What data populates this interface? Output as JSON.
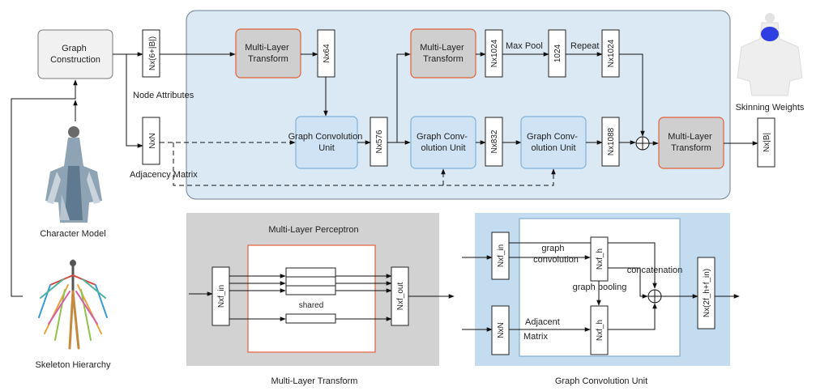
{
  "pipeline": {
    "graph_construction": [
      "Graph",
      "Construction"
    ],
    "node_attr_dim": "Nx(6+|B|)",
    "node_attributes": "Node Attributes",
    "adjacency_dim": "NxN",
    "adjacency_matrix": "Adjacency Matrix",
    "mlt1": [
      "Multi-Layer",
      "Transform"
    ],
    "dim64": "Nx64",
    "gcu1": [
      "Graph Convolution Unit"
    ],
    "dim576": "Nx576",
    "mlt2": [
      "Multi-Layer",
      "Transform"
    ],
    "dim1024a": "Nx1024",
    "max_pool": "Max Pool",
    "dim1024b": "1024",
    "repeat": "Repeat",
    "dim1024c": "Nx1024",
    "gcu2": [
      "Graph Conv-",
      "olution Unit"
    ],
    "dim832": "Nx832",
    "gcu3": [
      "Graph Conv-",
      "olution Unit"
    ],
    "dim1088": "Nx1088",
    "mlt3": [
      "Multi-Layer",
      "Transform"
    ],
    "dimB": "Nx|B|",
    "skinning_weights": "Skinning Weights"
  },
  "left": {
    "character_model": "Character Model",
    "skeleton_hierarchy": "Skeleton Hierarchy"
  },
  "mlp_panel": {
    "title": "Multi-Layer Perceptron",
    "input_dim": "Nxf_in",
    "shared": "shared",
    "output_dim": "Nxf_out",
    "caption": "Multi-Layer Transform"
  },
  "gcu_panel": {
    "input_dim": "Nxf_in",
    "graph_convolution": [
      "graph",
      "convolution"
    ],
    "hidden_dim_top": "Nxf_h",
    "graph_pooling": "graph pooling",
    "concatenation": "concatenation",
    "adjacency_dim": "NxN",
    "adjacent_matrix": [
      "Adjacent",
      "Matrix"
    ],
    "hidden_dim_bottom": "Nxf_h",
    "output_dim": "Nx(2f_h+f_in)",
    "caption": "Graph Convolution Unit"
  },
  "colors": {
    "main_panel_bg": "#dbe9f5",
    "main_panel_border": "#6f7f8f",
    "mlt_fill": "#cfcfcf",
    "mlt_border": "#e2603a",
    "gcu_fill": "#cfe3f4",
    "gcu_border": "#7fb2da",
    "mlp_panel_bg": "#d2d2d2",
    "gcu_panel_bg": "#c3dcf0"
  }
}
